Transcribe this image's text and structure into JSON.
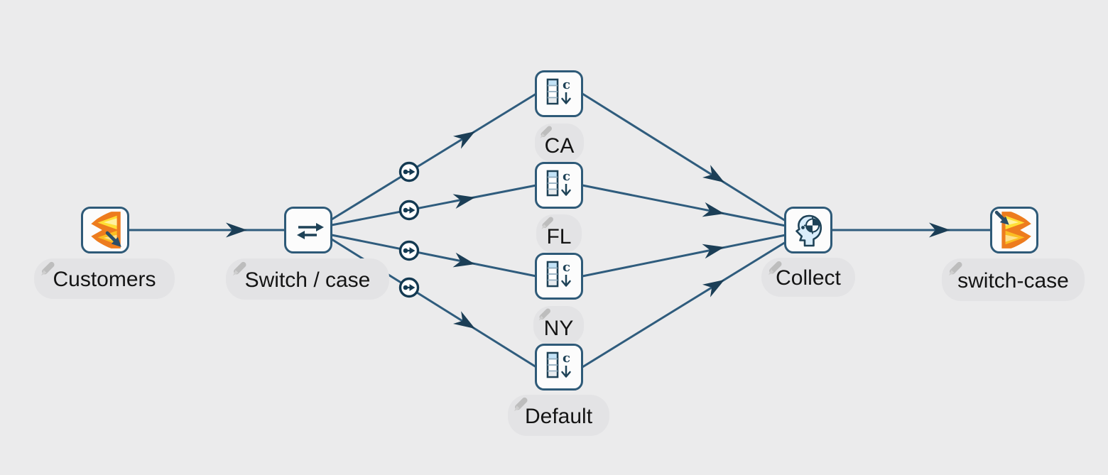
{
  "palette": {
    "canvas_background": "#ebebec",
    "edge_line": "#2f5c7d",
    "arrowhead": "#1b3e56",
    "node_border": "#2e5a78",
    "node_background": "#fcfcfc",
    "label_pill_background": "#e3e3e5",
    "label_text": "#141414",
    "icon_navy": "#1e4257",
    "icon_light_blue": "#c3e3f7",
    "logo_orange": "#ed7c1e",
    "logo_yellow": "#ffdf35",
    "logo_amber": "#fbbe23",
    "pencil_gray": "#bdbdbd"
  },
  "nodes": [
    {
      "label": "Customers",
      "type": "flow-input",
      "icon": "flow-input-logo-icon"
    },
    {
      "label": "Switch / case",
      "type": "switch",
      "icon": "switch-arrows-icon"
    },
    {
      "label": "CA",
      "type": "case-branch",
      "icon": "column-case-icon"
    },
    {
      "label": "FL",
      "type": "case-branch",
      "icon": "column-case-icon"
    },
    {
      "label": "NY",
      "type": "case-branch",
      "icon": "column-case-icon"
    },
    {
      "label": "Default",
      "type": "case-branch",
      "icon": "column-case-icon"
    },
    {
      "label": "Collect",
      "type": "collect",
      "icon": "collect-head-icon"
    },
    {
      "label": "switch-case",
      "type": "flow-output",
      "icon": "flow-output-logo-icon"
    }
  ],
  "edges": [
    {
      "from": "Customers",
      "to": "Switch / case"
    },
    {
      "from": "Switch / case",
      "to": "CA",
      "marker": "case-connector"
    },
    {
      "from": "Switch / case",
      "to": "FL",
      "marker": "case-connector"
    },
    {
      "from": "Switch / case",
      "to": "NY",
      "marker": "case-connector"
    },
    {
      "from": "Switch / case",
      "to": "Default",
      "marker": "case-connector"
    },
    {
      "from": "CA",
      "to": "Collect"
    },
    {
      "from": "FL",
      "to": "Collect"
    },
    {
      "from": "NY",
      "to": "Collect"
    },
    {
      "from": "Default",
      "to": "Collect"
    },
    {
      "from": "Collect",
      "to": "switch-case"
    }
  ]
}
